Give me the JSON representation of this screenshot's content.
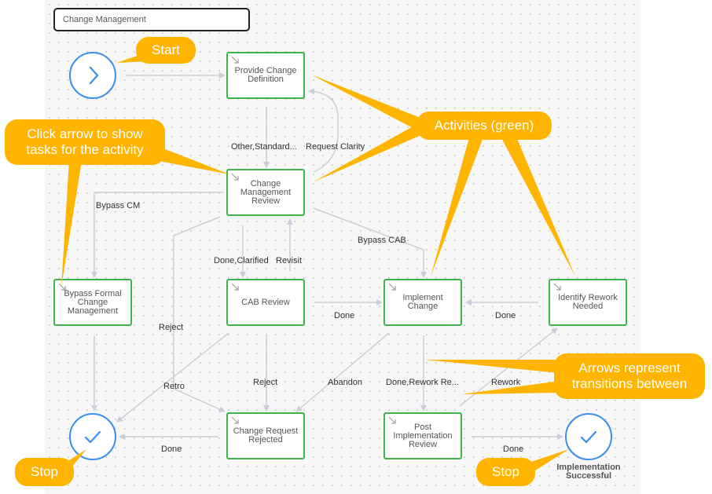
{
  "header": {
    "title": "Change Management"
  },
  "activities": {
    "provide": "Provide Change\nDefinition",
    "cm_review": "Change Management\nReview",
    "bypass": "Bypass Formal\nChange Management",
    "cab": "CAB Review",
    "implement": "Implement Change",
    "rework": "Identify Rework\nNeeded",
    "rejected": "Change Request\nRejected",
    "post": "Post Implementation\nReview"
  },
  "stops": {
    "implementation_successful": "Implementation\nSuccessful"
  },
  "transitions": {
    "other_standard": "Other,Standard...",
    "request_clarity": "Request Clarity",
    "bypass_cm": "Bypass CM",
    "bypass_cab": "Bypass CAB",
    "done_clarified": "Done,Clarified",
    "revisit": "Revisit",
    "reject_left": "Reject",
    "done_cab": "Done",
    "done_rework": "Done",
    "retro": "Retro",
    "reject_mid": "Reject",
    "abandon": "Abandon",
    "done_rework_re": "Done,Rework Re...",
    "rework": "Rework",
    "done_stop": "Done",
    "done_post": "Done"
  },
  "callouts": {
    "start": "Start",
    "click_arrow": "Click arrow to show\ntasks for the activity",
    "activities_green": "Activities (green)",
    "arrows_represent": "Arrows represent\ntransitions between",
    "stop_left": "Stop",
    "stop_right": "Stop"
  },
  "colors": {
    "activity_border": "#3bb54a",
    "event_border": "#3a8eed",
    "callout_fill": "#ffb400",
    "transition_line": "#c8cfd8"
  }
}
